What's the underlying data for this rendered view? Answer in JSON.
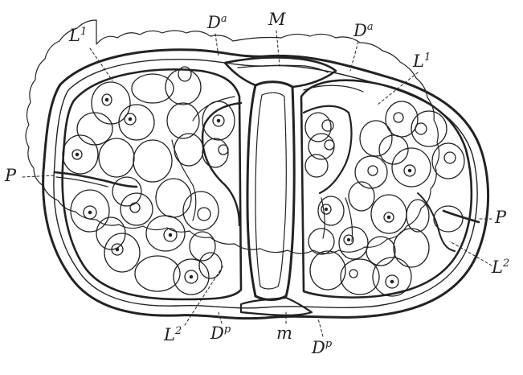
{
  "figure": {
    "labels": {
      "l1_top_left": {
        "base": "L",
        "sup": "1"
      },
      "da_left": {
        "base": "D",
        "sup": "a"
      },
      "m_top": {
        "base": "M",
        "sup": ""
      },
      "da_right": {
        "base": "D",
        "sup": "a"
      },
      "l1_top_right": {
        "base": "L",
        "sup": "1"
      },
      "p_left": {
        "base": "P",
        "sup": ""
      },
      "p_right": {
        "base": "P",
        "sup": ""
      },
      "l2_right": {
        "base": "L",
        "sup": "2"
      },
      "l2_bottom": {
        "base": "L",
        "sup": "2"
      },
      "dp_left": {
        "base": "D",
        "sup": "p"
      },
      "m_bottom": {
        "base": "m",
        "sup": ""
      },
      "dp_right": {
        "base": "D",
        "sup": "p"
      }
    },
    "colors": {
      "ink": "#222222",
      "paper": "#ffffff"
    }
  }
}
